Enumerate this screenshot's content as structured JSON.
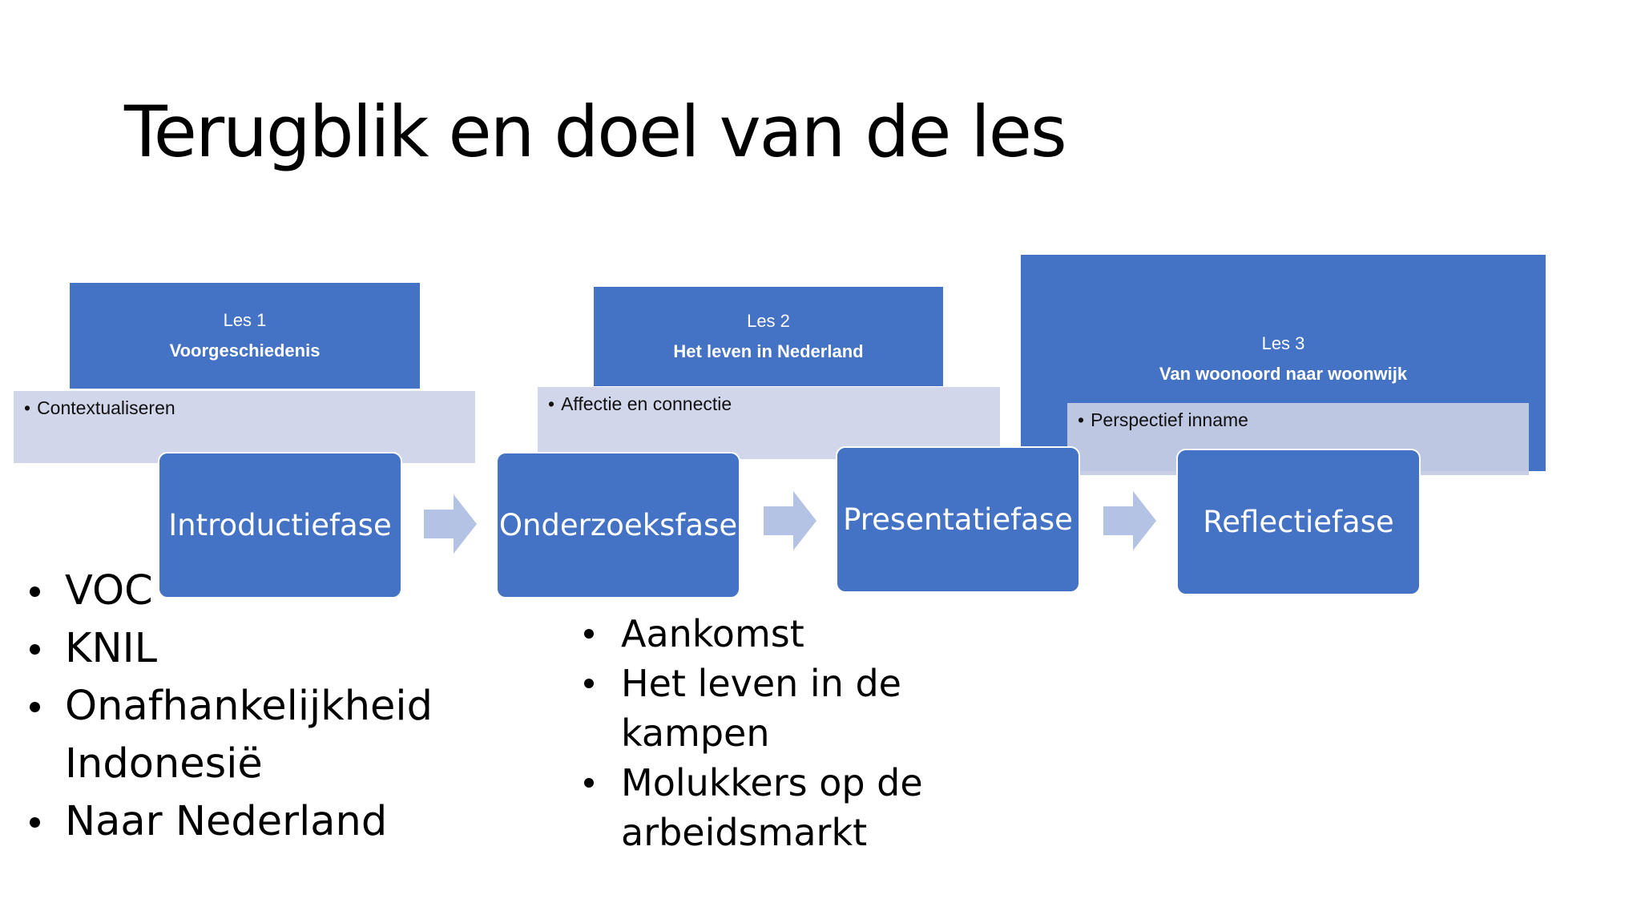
{
  "title": "Terugblik en doel van de les",
  "colors": {
    "primary_blue": "#4472c4",
    "light_panel": "#c4cbe4",
    "arrow": "#b4c2e4"
  },
  "lessons": [
    {
      "number": "Les 1",
      "name": "Voorgeschiedenis",
      "focus": "Contextualiseren"
    },
    {
      "number": "Les 2",
      "name": "Het leven in Nederland",
      "focus": "Affectie en connectie"
    },
    {
      "number": "Les 3",
      "name": "Van woonoord naar woonwijk",
      "focus": "Perspectief inname"
    }
  ],
  "phases": [
    "Introductiefase",
    "Onderzoeksfase",
    "Presentatiefase",
    "Reflectiefase"
  ],
  "left_list": [
    "VOC",
    "KNIL",
    "Onafhankelijkheid Indonesië",
    "Naar Nederland"
  ],
  "middle_list": [
    "Aankomst",
    "Het leven in de kampen",
    "Molukkers op de arbeidsmarkt"
  ],
  "bullet_char": "•"
}
